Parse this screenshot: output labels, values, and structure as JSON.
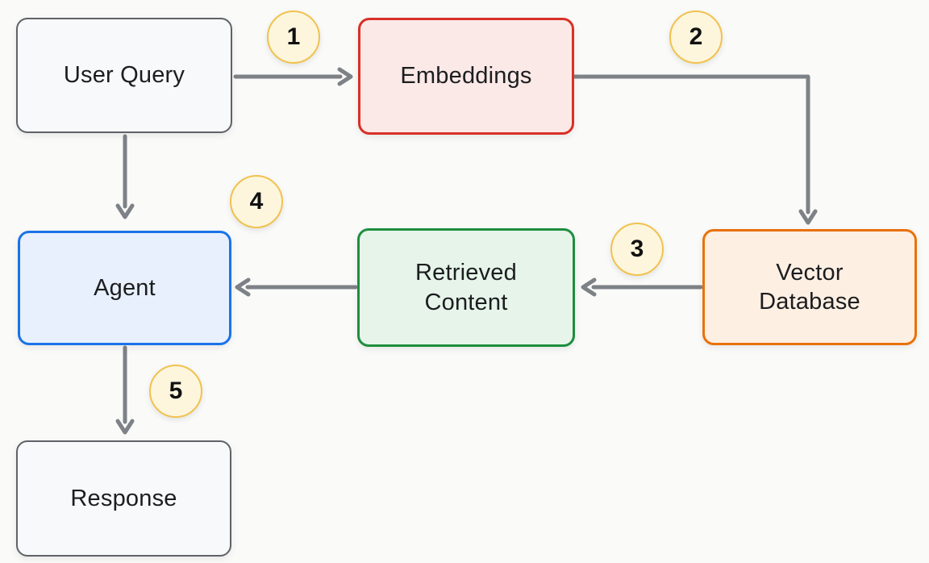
{
  "canvas": {
    "background": "#fafaf9"
  },
  "diagram": {
    "description": "RAG flow diagram",
    "arrow_color": "#7d8286",
    "badge": {
      "fill": "#fdf6dd",
      "border_color": "#f1c24f"
    },
    "nodes": [
      {
        "id": "user-query",
        "label": "User Query",
        "fill": "#f8f9fa",
        "border_color": "#5f6368"
      },
      {
        "id": "embeddings",
        "label": "Embeddings",
        "fill": "#fbe9e7",
        "border_color": "#d93025"
      },
      {
        "id": "vector-database",
        "label": "Vector\nDatabase",
        "fill": "#feefe3",
        "border_color": "#e8710a"
      },
      {
        "id": "retrieved-content",
        "label": "Retrieved\nContent",
        "fill": "#e6f4ea",
        "border_color": "#1e8e3e"
      },
      {
        "id": "agent",
        "label": "Agent",
        "fill": "#e8f0fe",
        "border_color": "#1a73e8"
      },
      {
        "id": "response",
        "label": "Response",
        "fill": "#f8f9fa",
        "border_color": "#5f6368"
      }
    ],
    "badges": [
      {
        "number": "1",
        "near_edge": "user-query to embeddings"
      },
      {
        "number": "2",
        "near_edge": "embeddings to vector-database"
      },
      {
        "number": "3",
        "near_edge": "vector-database to retrieved-content"
      },
      {
        "number": "4",
        "near_edge": "user-query to agent"
      },
      {
        "number": "5",
        "near_edge": "agent to response"
      }
    ],
    "edges": [
      {
        "from": "user-query",
        "to": "embeddings",
        "step": "1"
      },
      {
        "from": "embeddings",
        "to": "vector-database",
        "step": "2"
      },
      {
        "from": "vector-database",
        "to": "retrieved-content",
        "step": "3"
      },
      {
        "from": "user-query",
        "to": "agent",
        "step": "4"
      },
      {
        "from": "retrieved-content",
        "to": "agent",
        "step": ""
      },
      {
        "from": "agent",
        "to": "response",
        "step": "5"
      }
    ]
  }
}
